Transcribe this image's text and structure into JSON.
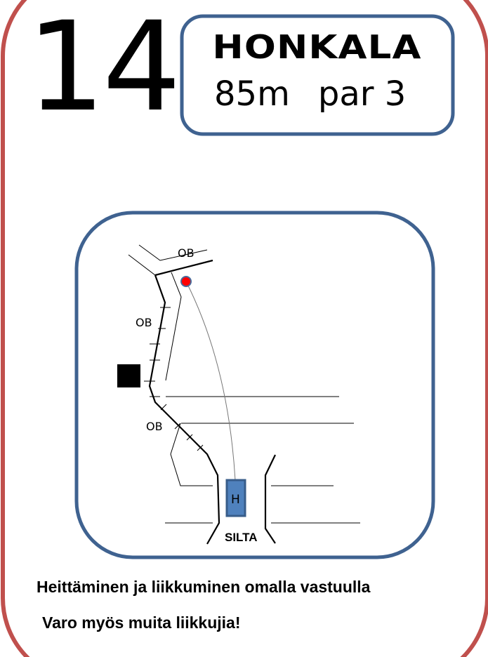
{
  "hole": {
    "number": "14",
    "name": "HONKALA",
    "length": "85m",
    "par": "par 3"
  },
  "map": {
    "labels": {
      "ob_top": "OB",
      "ob_mid": "OB",
      "ob_lower": "OB",
      "tee": "H",
      "bridge": "SILTA"
    },
    "colors": {
      "basket": "#ff0000",
      "tee_fill": "#4f81bd",
      "frame": "#3f6290",
      "outer": "#c0504d"
    }
  },
  "footer": {
    "line1": "Heittäminen ja liikkuminen omalla vastuulla",
    "line2": "Varo myös muita liikkujia!"
  }
}
